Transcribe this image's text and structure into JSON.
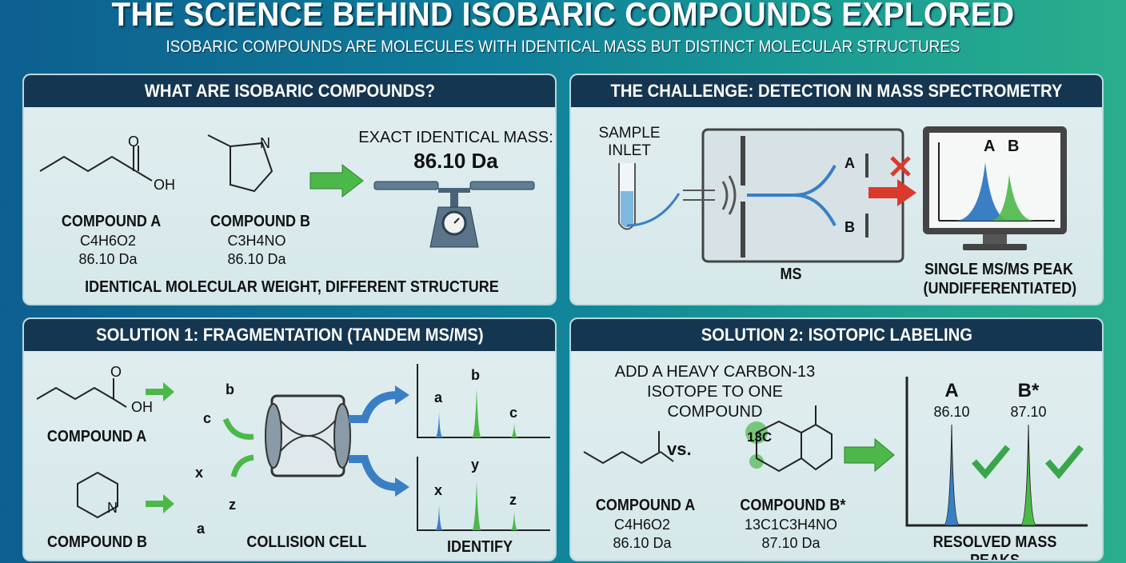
{
  "title": "THE SCIENCE BEHIND ISOBARIC COMPOUNDS EXPLORED",
  "subtitle": "ISOBARIC COMPOUNDS ARE MOLECULES WITH IDENTICAL MASS BUT DISTINCT MOLECULAR STRUCTURES",
  "panel1": {
    "header": "WHAT ARE ISOBARIC COMPOUNDS?",
    "compound_a": {
      "name": "COMPOUND A",
      "formula": "C4H6O2",
      "mass": "86.10 Da",
      "atom_o": "O",
      "atom_oh": "OH"
    },
    "compound_b": {
      "name": "COMPOUND B",
      "formula": "C3H4NO",
      "mass": "86.10 Da",
      "atom_n": "N"
    },
    "mass_label": "EXACT IDENTICAL MASS:",
    "mass_value": "86.10 Da",
    "footer": "IDENTICAL MOLECULAR WEIGHT, DIFFERENT STRUCTURE"
  },
  "panel2": {
    "header": "THE CHALLENGE: DETECTION IN MASS SPECTROMETRY",
    "sample_inlet": "SAMPLE INLET",
    "ms_label": "MS",
    "detector_a": "A",
    "detector_b": "B",
    "peak_labels": [
      "A",
      "B"
    ],
    "result": "SINGLE MS/MS PEAK",
    "result_sub": "(UNDIFFERENTIATED)"
  },
  "panel3": {
    "header": "SOLUTION 1: FRAGMENTATION (TANDEM MS/MS)",
    "compound_a": "COMPOUND A",
    "compound_b": "COMPOUND B",
    "fragments": [
      "b",
      "c",
      "x",
      "z",
      "a"
    ],
    "collision_cell": "COLLISION CELL",
    "spectrum_1": [
      "a",
      "b",
      "c"
    ],
    "spectrum_2": [
      "x",
      "y",
      "z"
    ],
    "identify": "IDENTIFY",
    "atom_o": "O",
    "atom_oh": "OH",
    "atom_n": "N"
  },
  "panel4": {
    "header": "SOLUTION 2: ISOTOPIC LABELING",
    "instruction": "ADD A HEAVY CARBON-13 ISOTOPE TO ONE COMPOUND",
    "vs": "vs.",
    "compound_a": {
      "name": "COMPOUND A",
      "formula": "C4H6O2",
      "mass": "86.10 Da"
    },
    "compound_b": {
      "name": "COMPOUND B*",
      "formula": "13C1C3H4NO",
      "mass": "87.10 Da",
      "label": "13C"
    },
    "peaks": [
      {
        "label": "A",
        "mass": "86.10",
        "color": "#3a7fc4"
      },
      {
        "label": "B*",
        "mass": "87.10",
        "color": "#4cb84a"
      }
    ],
    "result": "RESOLVED MASS PEAKS"
  },
  "colors": {
    "header": "#143650",
    "green": "#4cb84a",
    "blue": "#3a7fc4",
    "red": "#d93a2b"
  }
}
